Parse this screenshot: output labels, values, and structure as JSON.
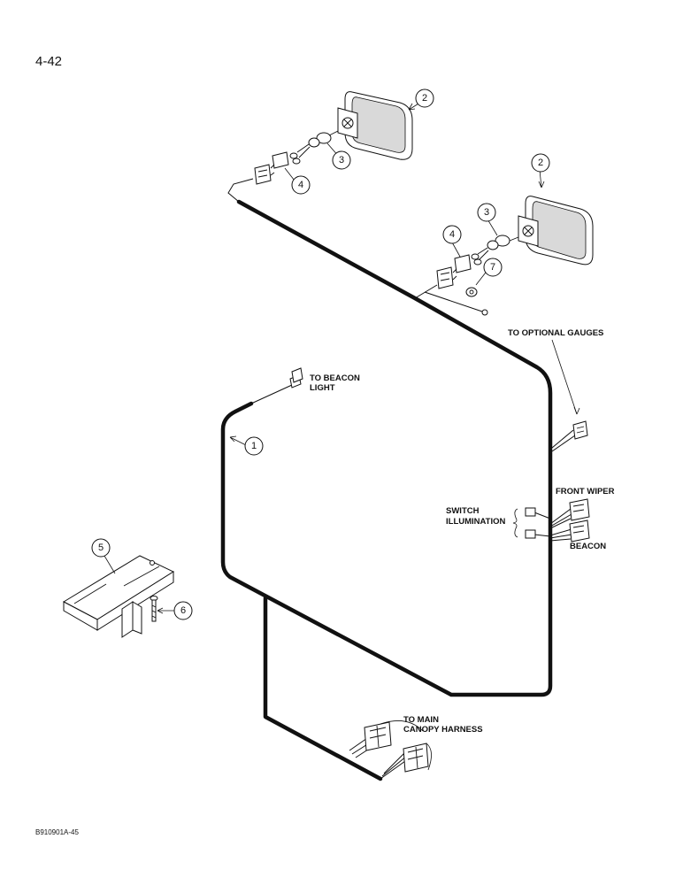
{
  "page": {
    "number": "4-42",
    "figure_code": "B910901A-45"
  },
  "labels": {
    "to_beacon_light_line1": "TO BEACON",
    "to_beacon_light_line2": "LIGHT",
    "to_optional_gauges": "TO OPTIONAL GAUGES",
    "front_wiper": "FRONT WIPER",
    "switch_illumination_line1": "SWITCH",
    "switch_illumination_line2": "ILLUMINATION",
    "beacon": "BEACON",
    "to_main_canopy_line1": "TO MAIN",
    "to_main_canopy_line2": "CANOPY HARNESS"
  },
  "callouts": {
    "harness": "1",
    "lamp_upper": "2",
    "lamp_lower": "2",
    "nut_upper": "3",
    "nut_lower": "3",
    "connector_upper": "4",
    "connector_lower": "4",
    "bracket": "5",
    "bolt": "6",
    "ground_nut": "7"
  }
}
